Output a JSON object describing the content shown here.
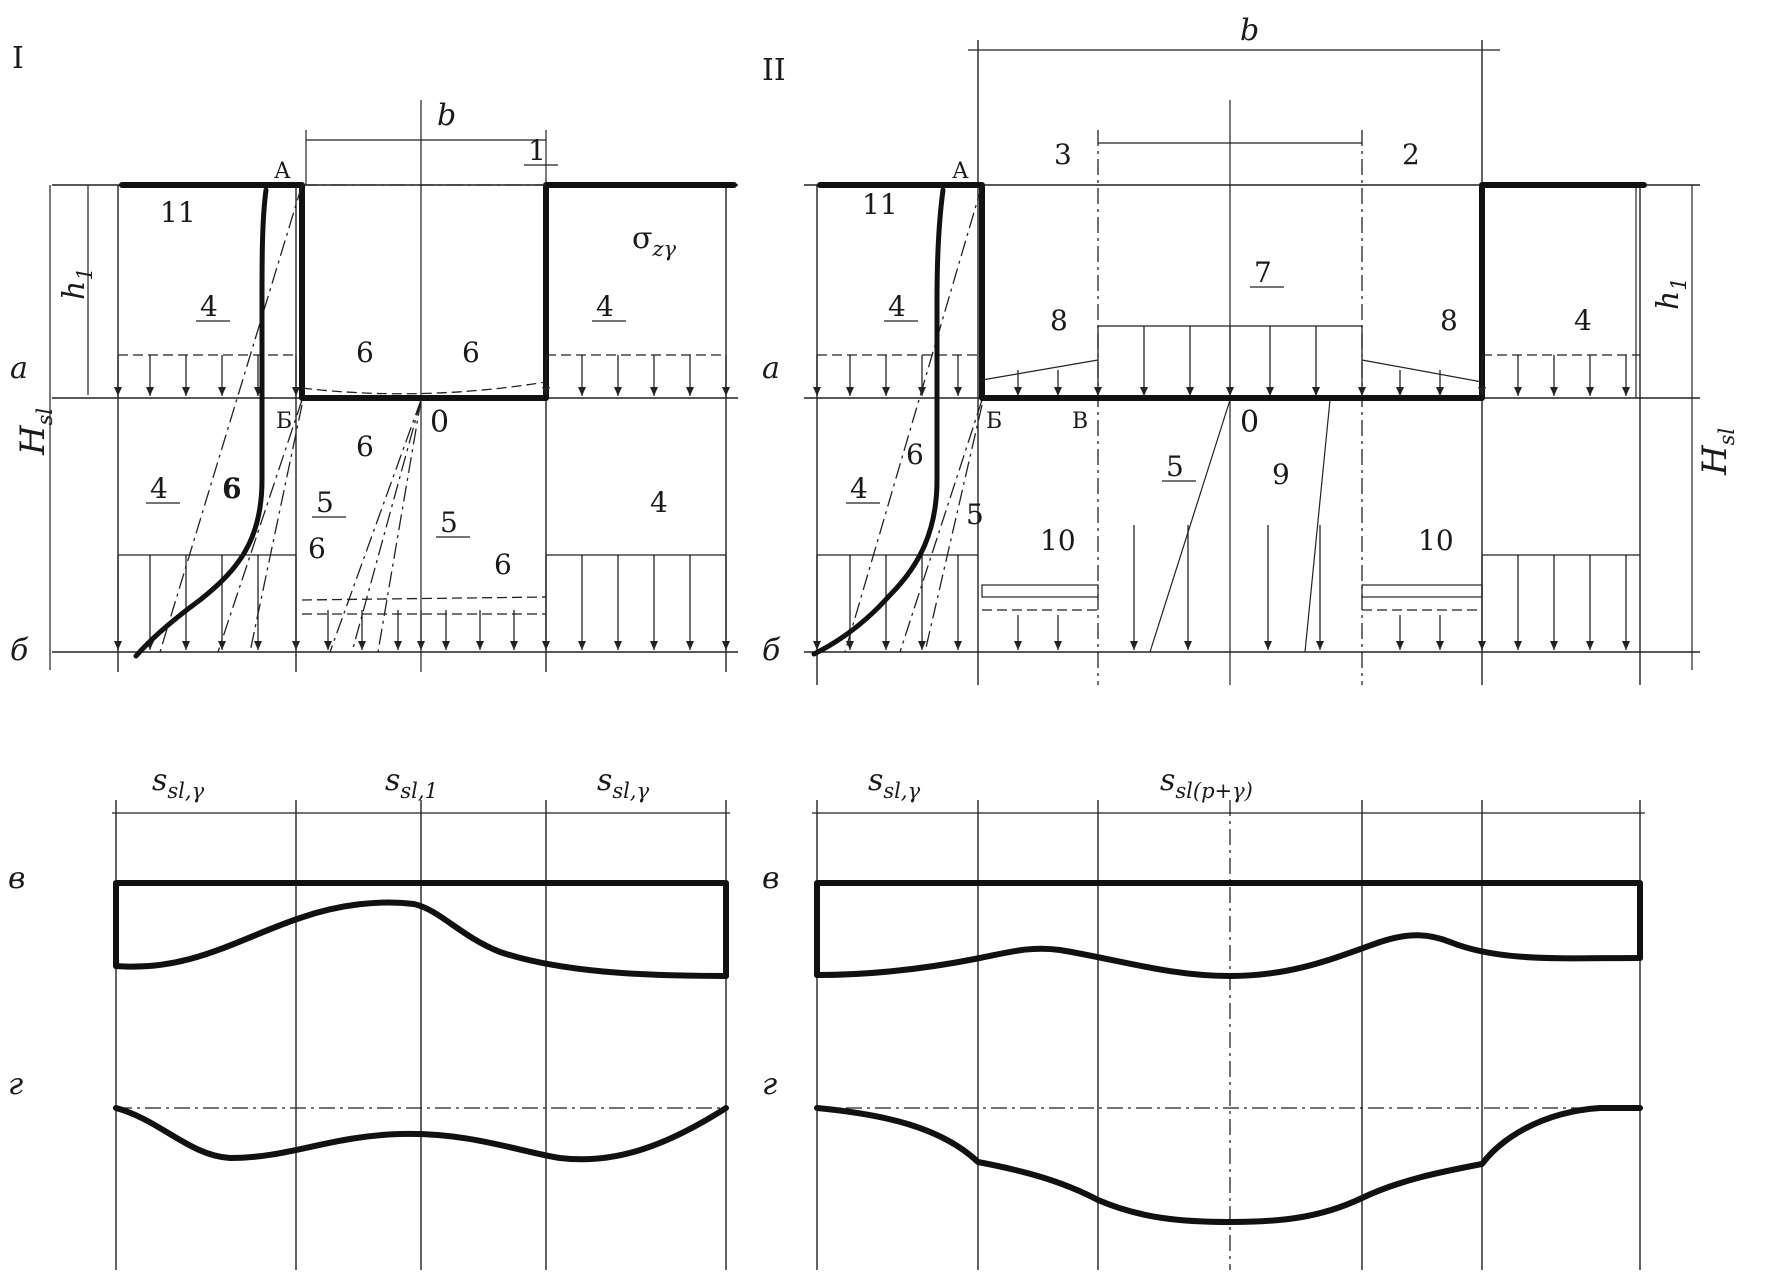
{
  "panels": [
    {
      "roman": "I"
    },
    {
      "roman": "II"
    }
  ],
  "row_labels": {
    "a": "а",
    "b": "б",
    "v": "в",
    "g": "г"
  },
  "dimension_b": "b",
  "depth": {
    "H": "H",
    "H_sub": "sl",
    "h": "h",
    "h_sub": "1"
  },
  "sigma": {
    "main": "σ",
    "sub": "zγ"
  },
  "points": {
    "A": "А",
    "B": "Б",
    "V": "В",
    "O": "0"
  },
  "callouts_I": [
    "11",
    "4",
    "4",
    "1",
    "6",
    "6",
    "6",
    "6",
    "6",
    "5",
    "5",
    "4",
    "6",
    "4",
    "6"
  ],
  "callouts_II": [
    "3",
    "2",
    "11",
    "4",
    "7",
    "8",
    "8",
    "4",
    "6",
    "5",
    "5",
    "9",
    "4",
    "10",
    "10"
  ],
  "segments_I": [
    {
      "s": "s",
      "sub": "sl,γ"
    },
    {
      "s": "s",
      "sub": "sl,1"
    },
    {
      "s": "s",
      "sub": "sl,γ"
    }
  ],
  "segments_II": [
    {
      "s": "s",
      "sub": "sl,γ"
    },
    {
      "s": "s",
      "sub": "sl(p+γ)"
    }
  ]
}
